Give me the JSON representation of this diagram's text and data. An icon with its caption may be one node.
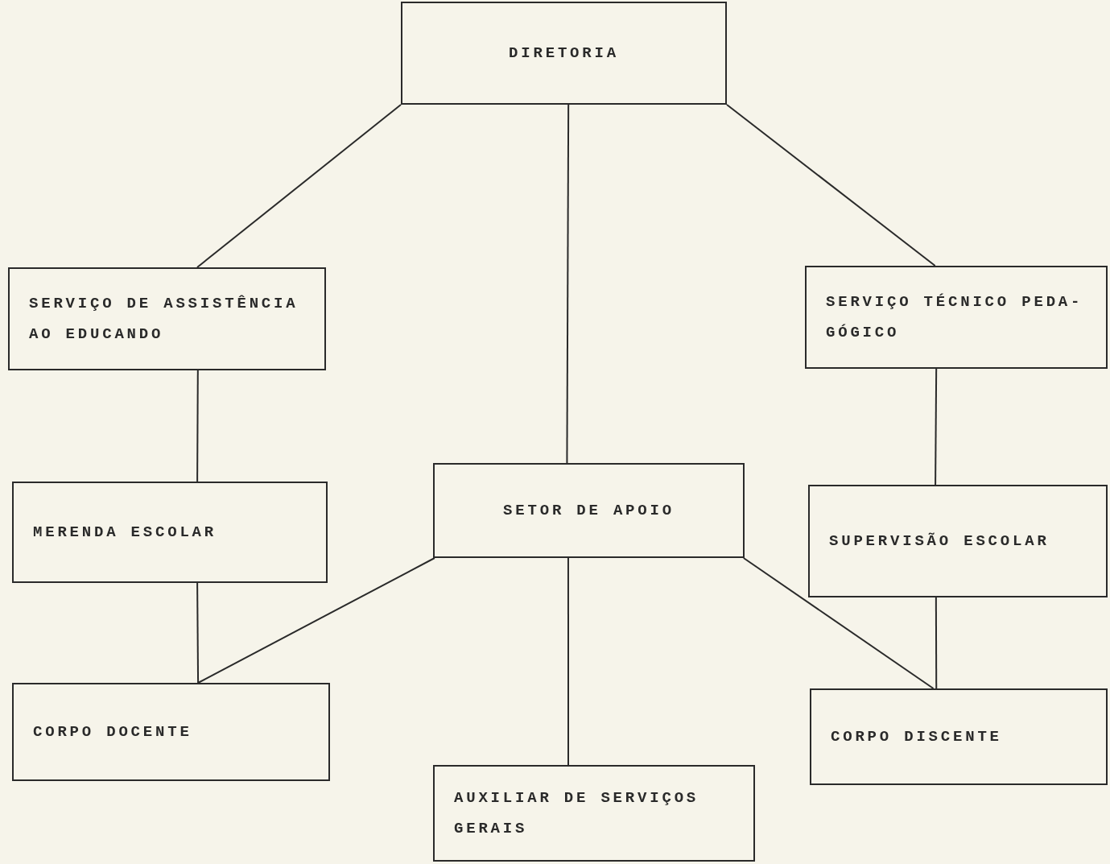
{
  "diagram": {
    "nodes": [
      {
        "text": [
          "DIRETORIA"
        ]
      },
      {
        "text": [
          "SERVIÇO DE ASSISTÊNCIA AO EDUCANDO"
        ]
      },
      {
        "text": [
          "SERVIÇO TÉCNICO PEDA- GÓGICO"
        ]
      },
      {
        "text": [
          "MERENDA ESCOLAR"
        ]
      },
      {
        "text": [
          "SETOR DE APOIO"
        ]
      },
      {
        "text": [
          "SUPERVISÃO ESCOLAR"
        ]
      },
      {
        "text": [
          "CORPO DOCENTE"
        ]
      },
      {
        "text": [
          "CORPO DISCENTE"
        ]
      },
      {
        "text": [
          "AUXILIAR DE SERVIÇOS GERAIS"
        ]
      }
    ],
    "edges": [
      {
        "from": 0,
        "to": 1,
        "arrow": "none"
      },
      {
        "from": 0,
        "to": 4,
        "arrow": "none"
      },
      {
        "from": 0,
        "to": 2,
        "arrow": "none"
      },
      {
        "from": 1,
        "to": 3,
        "arrow": "none"
      },
      {
        "from": 3,
        "to": 6,
        "arrow": "none"
      },
      {
        "from": 4,
        "to": 6,
        "arrow": "none"
      },
      {
        "from": 4,
        "to": 8,
        "arrow": "none"
      },
      {
        "from": 4,
        "to": 7,
        "arrow": "none"
      },
      {
        "from": 2,
        "to": 5,
        "arrow": "none"
      },
      {
        "from": 5,
        "to": 7,
        "arrow": "none"
      }
    ]
  }
}
